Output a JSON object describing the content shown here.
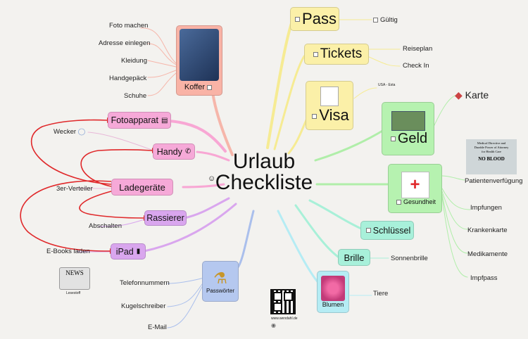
{
  "center": {
    "line1": "Urlaub",
    "line2": "Checkliste"
  },
  "koffer": {
    "label": "Koffer",
    "items": [
      "Foto machen",
      "Adresse einlegen",
      "Kleidung",
      "Handgepäck",
      "Schuhe"
    ]
  },
  "fotoapparat": {
    "label": "Fotoapparat"
  },
  "handy": {
    "label": "Handy",
    "child": "Wecker"
  },
  "ladegeraete": {
    "label": "Ladegeräte",
    "child": "3er-Verteiler"
  },
  "rassierer": {
    "label": "Rassierer",
    "child": "Abschalten"
  },
  "ipad": {
    "label": "iPad",
    "child": "E-Books laden",
    "newsstand_caption": "Lesestoff",
    "newsstand_sign": "NEWS"
  },
  "passwoerter": {
    "label": "Passwörter",
    "items": [
      "Telefonnummern",
      "Kugelschreiber",
      "E-Mail"
    ]
  },
  "qr_caption": "www.wendahl.de",
  "pass": {
    "label": "Pass",
    "child": "Gültig"
  },
  "tickets": {
    "label": "Tickets",
    "items": [
      "Reiseplan",
      "Check In"
    ]
  },
  "visa": {
    "label": "Visa",
    "child": "USA - Esta"
  },
  "geld": {
    "label": "Geld",
    "child": "Karte"
  },
  "gesundheit": {
    "label": "Gesundheit",
    "items": [
      "Patientenverfügung",
      "Impfungen",
      "Krankenkarte",
      "Medikamente",
      "Impfpass"
    ],
    "doc_lines": [
      "Medical Directive and",
      "Durable Power of Attorney",
      "for Health Care",
      "NO BLOOD"
    ]
  },
  "schluessel": {
    "label": "Schlüssel"
  },
  "brille": {
    "label": "Brille",
    "child": "Sonnenbrille"
  },
  "blumen": {
    "label": "Blumen",
    "child": "Tiere"
  },
  "colors": {
    "pink": "#f6a9d8",
    "purple": "#d9a6ee",
    "orange": "#f9b3a6",
    "yellow": "#fbf0a8",
    "green": "#b6f2b0",
    "teal": "#a8f0da",
    "blue": "#b5c8ef",
    "cyan": "#b5ecf4",
    "red": "#e0292b"
  }
}
